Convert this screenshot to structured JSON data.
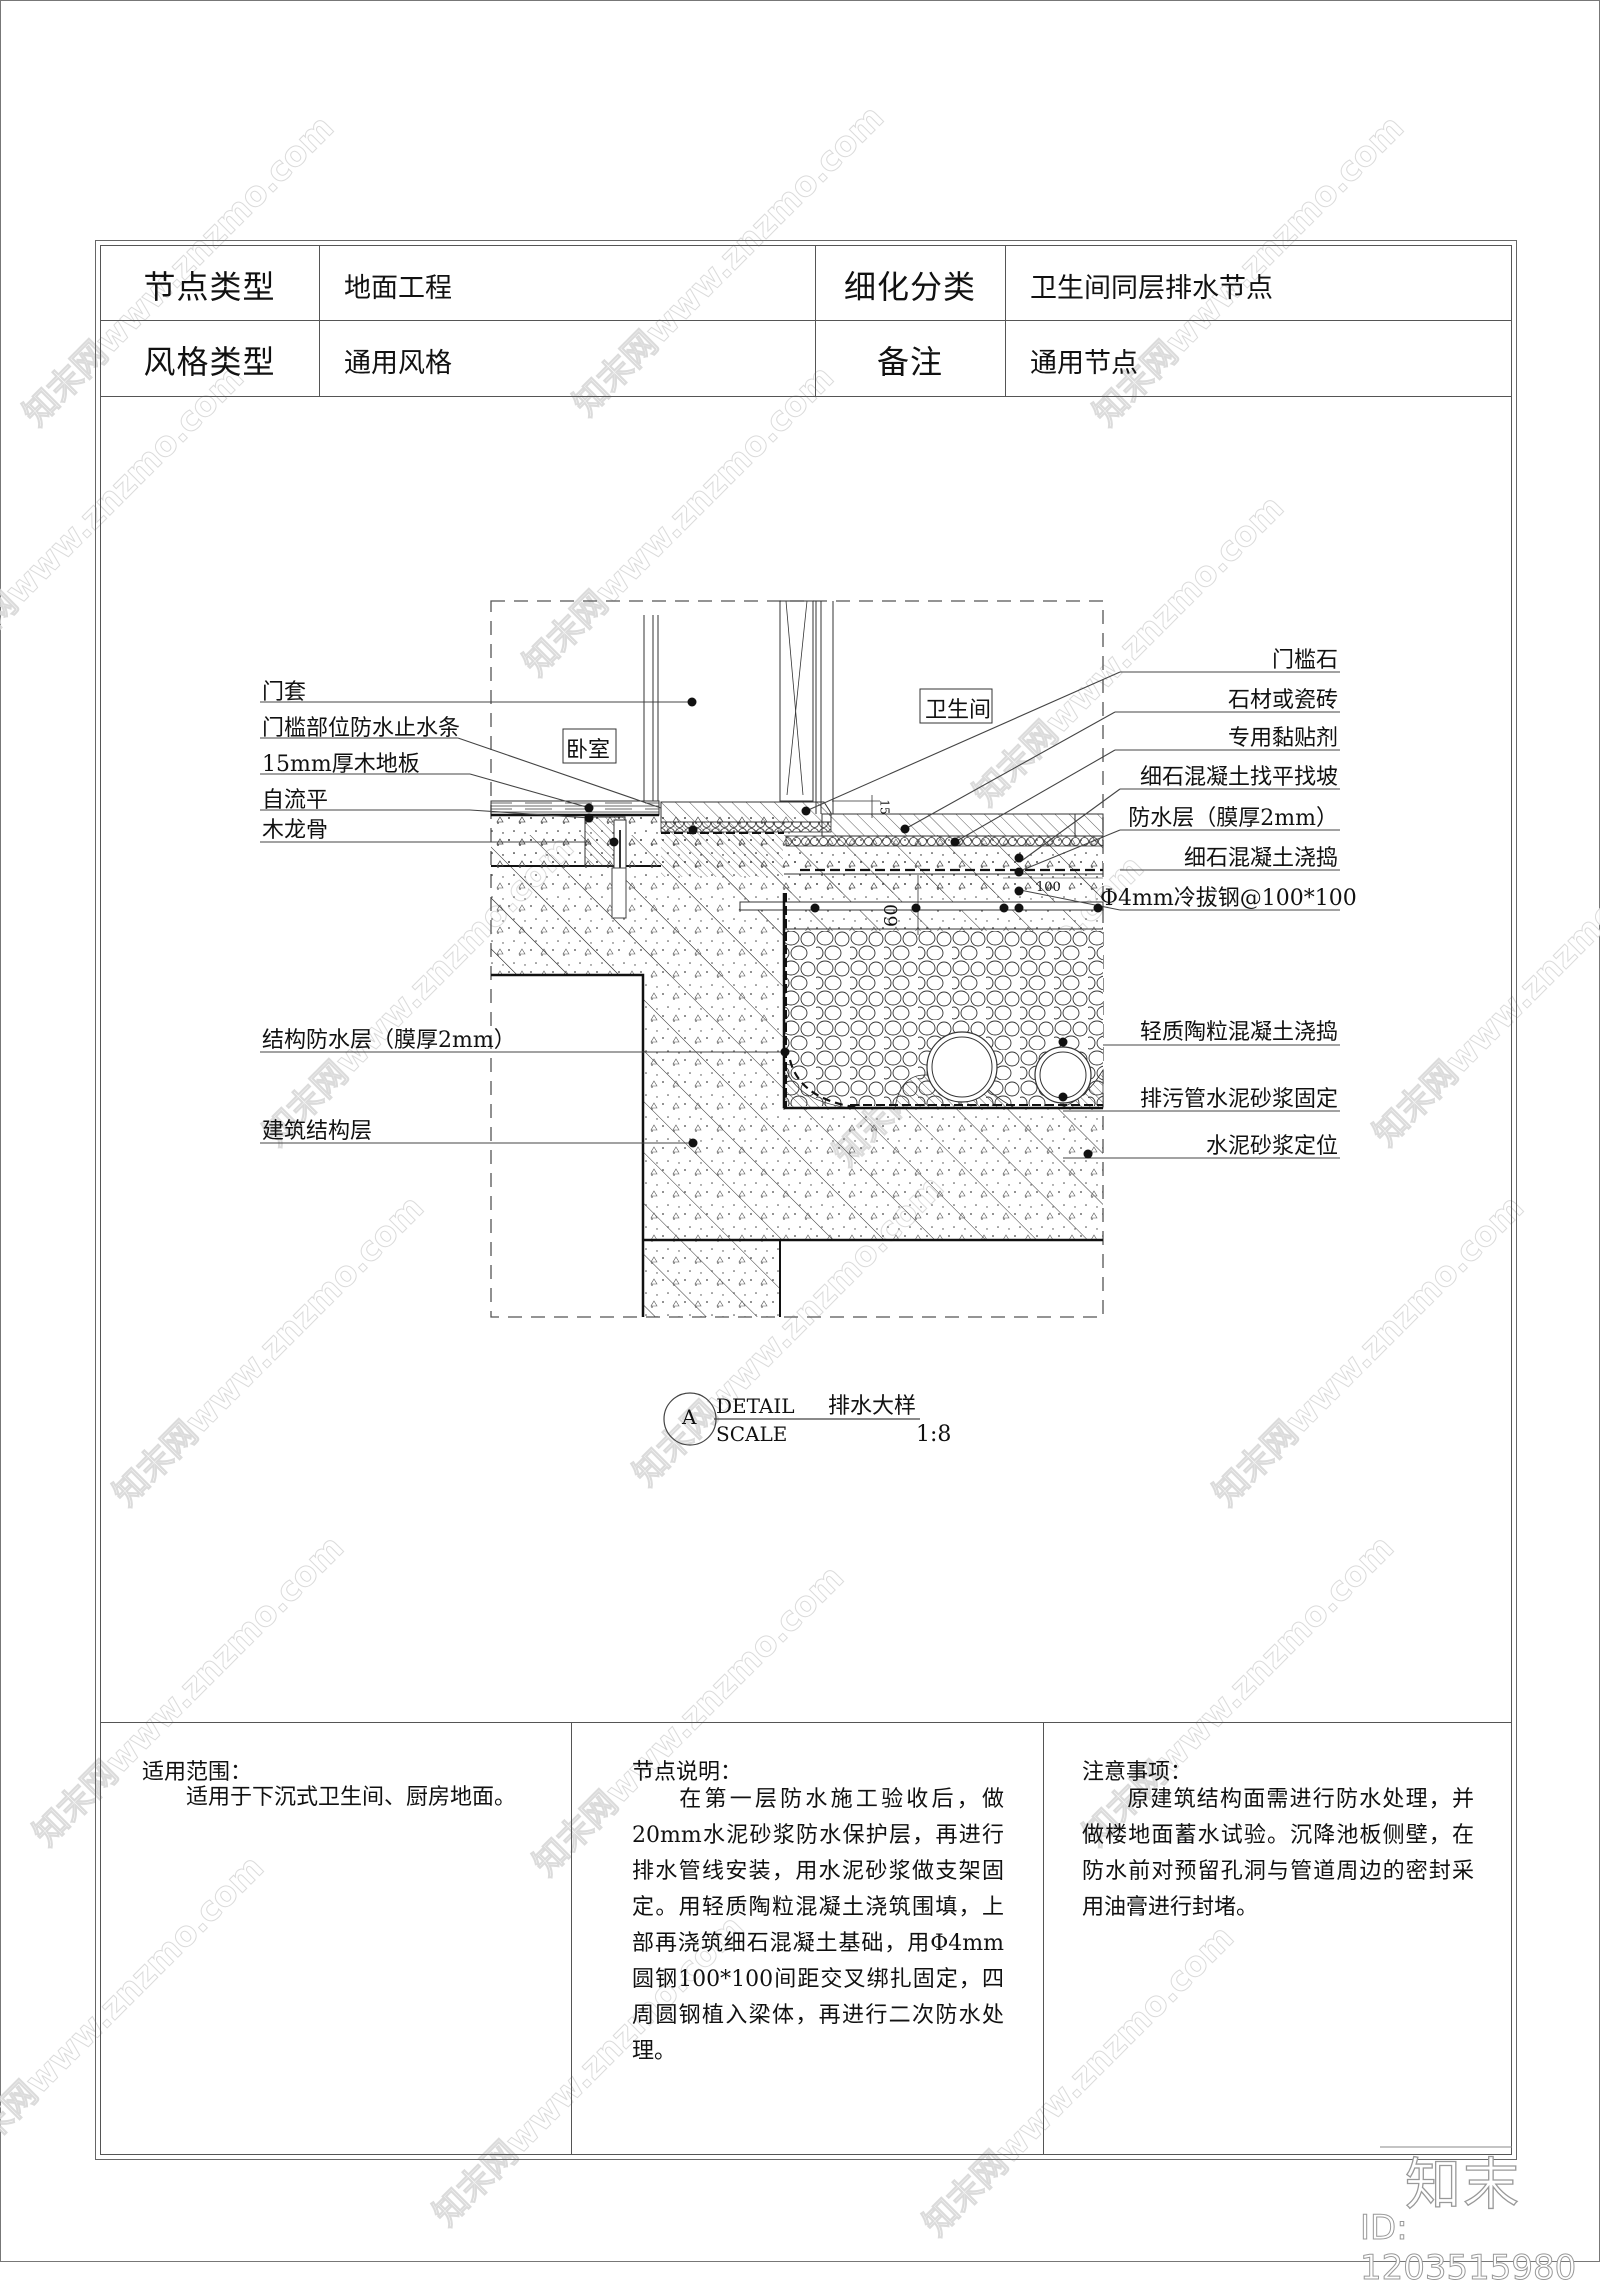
{
  "header": {
    "rows": [
      {
        "label1": "节点类型",
        "value1": "地面工程",
        "label2": "细化分类",
        "value2": "卫生间同层排水节点"
      },
      {
        "label1": "风格类型",
        "value1": "通用风格",
        "label2": "备注",
        "value2": "通用节点"
      }
    ]
  },
  "drawing": {
    "room_labels": {
      "left": "卧室",
      "right": "卫生间"
    },
    "callouts_left": [
      "门套",
      "门槛部位防水止水条",
      "15mm厚木地板",
      "自流平",
      "木龙骨",
      "结构防水层（膜厚2mm）",
      "建筑结构层"
    ],
    "callouts_right": [
      "门槛石",
      "石材或瓷砖",
      "专用黏贴剂",
      "细石混凝土找平找坡",
      "防水层（膜厚2mm）",
      "细石混凝土浇捣",
      "Φ4mm冷拔钢@100*100",
      "轻质陶粒混凝土浇捣",
      "排污管水泥砂浆固定",
      "水泥砂浆定位"
    ],
    "dimensions": {
      "d15": "15",
      "d60": "60",
      "d100": "100"
    },
    "title_block": {
      "symbol": "A",
      "detail": "DETAIL",
      "name": "排水大样",
      "scale_label": "SCALE",
      "scale": "1:8"
    }
  },
  "notes": {
    "scope": {
      "title": "适用范围：",
      "body": "适用于下沉式卫生间、厨房地面。"
    },
    "description": {
      "title": "节点说明：",
      "body": "在第一层防水施工验收后，做20mm水泥砂浆防水保护层，再进行排水管线安装，用水泥砂浆做支架固定。用轻质陶粒混凝土浇筑围填，上部再浇筑细石混凝土基础，用Φ4mm圆钢100*100间距交叉绑扎固定，四周圆钢植入梁体，再进行二次防水处理。"
    },
    "cautions": {
      "title": "注意事项：",
      "body": "原建筑结构面需进行防水处理，并做楼地面蓄水试验。沉降池板侧壁，在防水前对预留孔洞与管道周边的密封采用油膏进行封堵。"
    }
  },
  "branding": {
    "logo": "知末",
    "id": "ID: 1203515980",
    "watermark": "知末网www.znzmo.com"
  },
  "colors": {
    "line": "#222222",
    "frame": "#555555",
    "watermark": "#d8d8d8"
  }
}
